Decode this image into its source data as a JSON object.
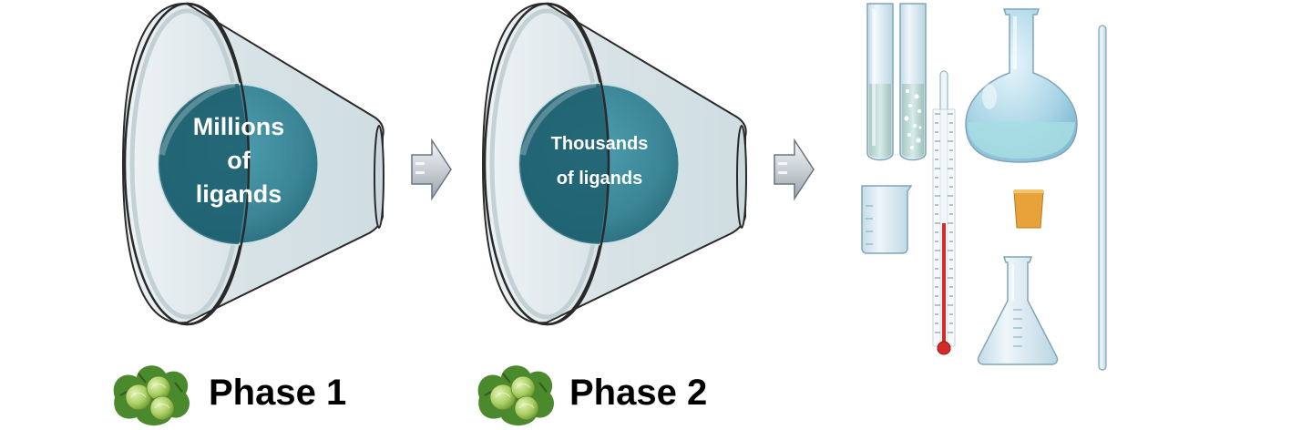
{
  "funnels": [
    {
      "lines": [
        "Millions",
        "of",
        "ligands"
      ]
    },
    {
      "lines": [
        "Thousands",
        "of ligands"
      ]
    }
  ],
  "phases": [
    {
      "label": "Phase 1"
    },
    {
      "label": "Phase 2"
    }
  ],
  "icons": {
    "arrow": "right-arrow-icon",
    "berries": "gooseberry-icon",
    "lab": "lab-glassware-icon"
  },
  "colors": {
    "circle": "#3f8fa0",
    "circle_dark": "#1f6170",
    "funnel_glass": "#dfe9ec",
    "funnel_outline": "#2a2a2a",
    "glass": "#d7e9f2",
    "liquid": "#a9dde4",
    "thermometer_red": "#d42a2a",
    "stopper": "#e8a23a",
    "leaf": "#4a8a2c",
    "berry": "#a7cf6a"
  }
}
